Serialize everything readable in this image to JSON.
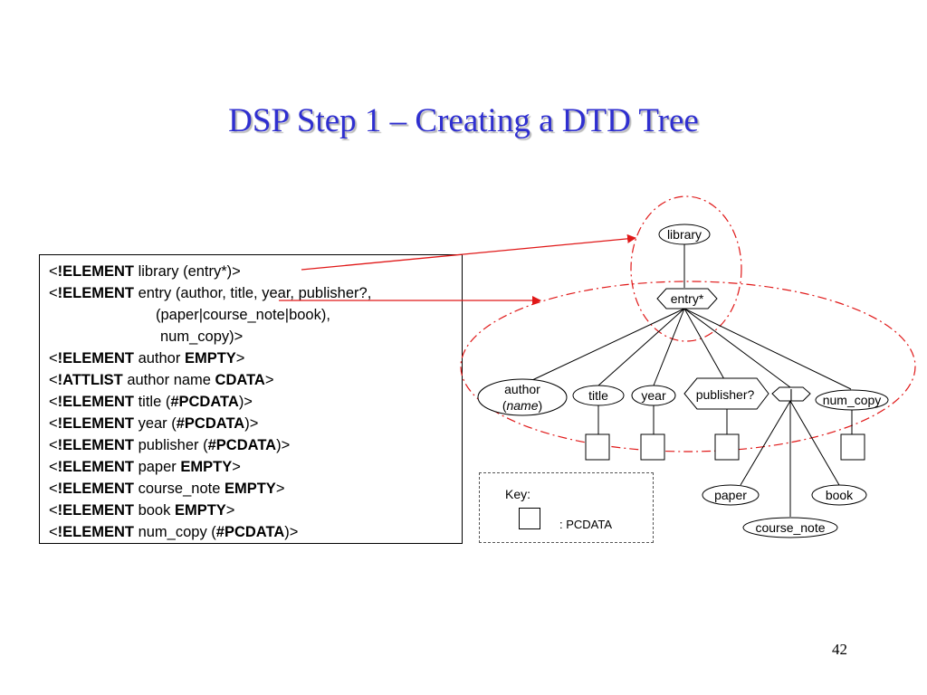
{
  "title": "DSP Step 1 – Creating a DTD Tree",
  "dtd": {
    "l1": {
      "open": "<",
      "kw": "!ELEMENT",
      "rest": " library (entry*)>"
    },
    "l2": {
      "open": "<",
      "kw": "!ELEMENT",
      "rest": " entry (author, title, year, publisher?,"
    },
    "l3": "(paper|course_note|book),",
    "l4": "num_copy)>",
    "l5": {
      "open": "<",
      "kw": "!ELEMENT",
      "mid": " author ",
      "kw2": "EMPTY",
      "close": ">"
    },
    "l6": {
      "open": "<",
      "kw": "!ATTLIST",
      "mid": " author name ",
      "kw2": "CDATA",
      "close": ">"
    },
    "l7": {
      "open": "<",
      "kw": "!ELEMENT",
      "mid": " title (",
      "kw2": "#PCDATA",
      "close": ")>"
    },
    "l8": {
      "open": "<",
      "kw": "!ELEMENT",
      "mid": " year (",
      "kw2": "#PCDATA",
      "close": ")>"
    },
    "l9": {
      "open": "<",
      "kw": "!ELEMENT",
      "mid": " publisher (",
      "kw2": "#PCDATA",
      "close": ")>"
    },
    "l10": {
      "open": "<",
      "kw": "!ELEMENT",
      "mid": " paper ",
      "kw2": "EMPTY",
      "close": ">"
    },
    "l11": {
      "open": "<",
      "kw": "!ELEMENT",
      "mid": " course_note ",
      "kw2": "EMPTY",
      "close": ">"
    },
    "l12": {
      "open": "<",
      "kw": "!ELEMENT",
      "mid": " book ",
      "kw2": "EMPTY",
      "close": ">"
    },
    "l13": {
      "open": "<",
      "kw": "!ELEMENT",
      "mid": " num_copy (",
      "kw2": "#PCDATA",
      "close": ")>"
    }
  },
  "tree": {
    "library": "library",
    "entry": "entry*",
    "author": "author",
    "author_attr_open": "(",
    "author_attr": "name",
    "author_attr_close": ")",
    "title": "title",
    "year": "year",
    "publisher": "publisher?",
    "choice": "|",
    "num_copy": "num_copy",
    "paper": "paper",
    "book": "book",
    "course_note": "course_note"
  },
  "key": {
    "label": "Key:",
    "pcdata": ": PCDATA"
  },
  "page_number": "42",
  "colors": {
    "title": "#2f2fd0",
    "arrows": "#e01818",
    "dashed_ellipses": "#e01818"
  }
}
